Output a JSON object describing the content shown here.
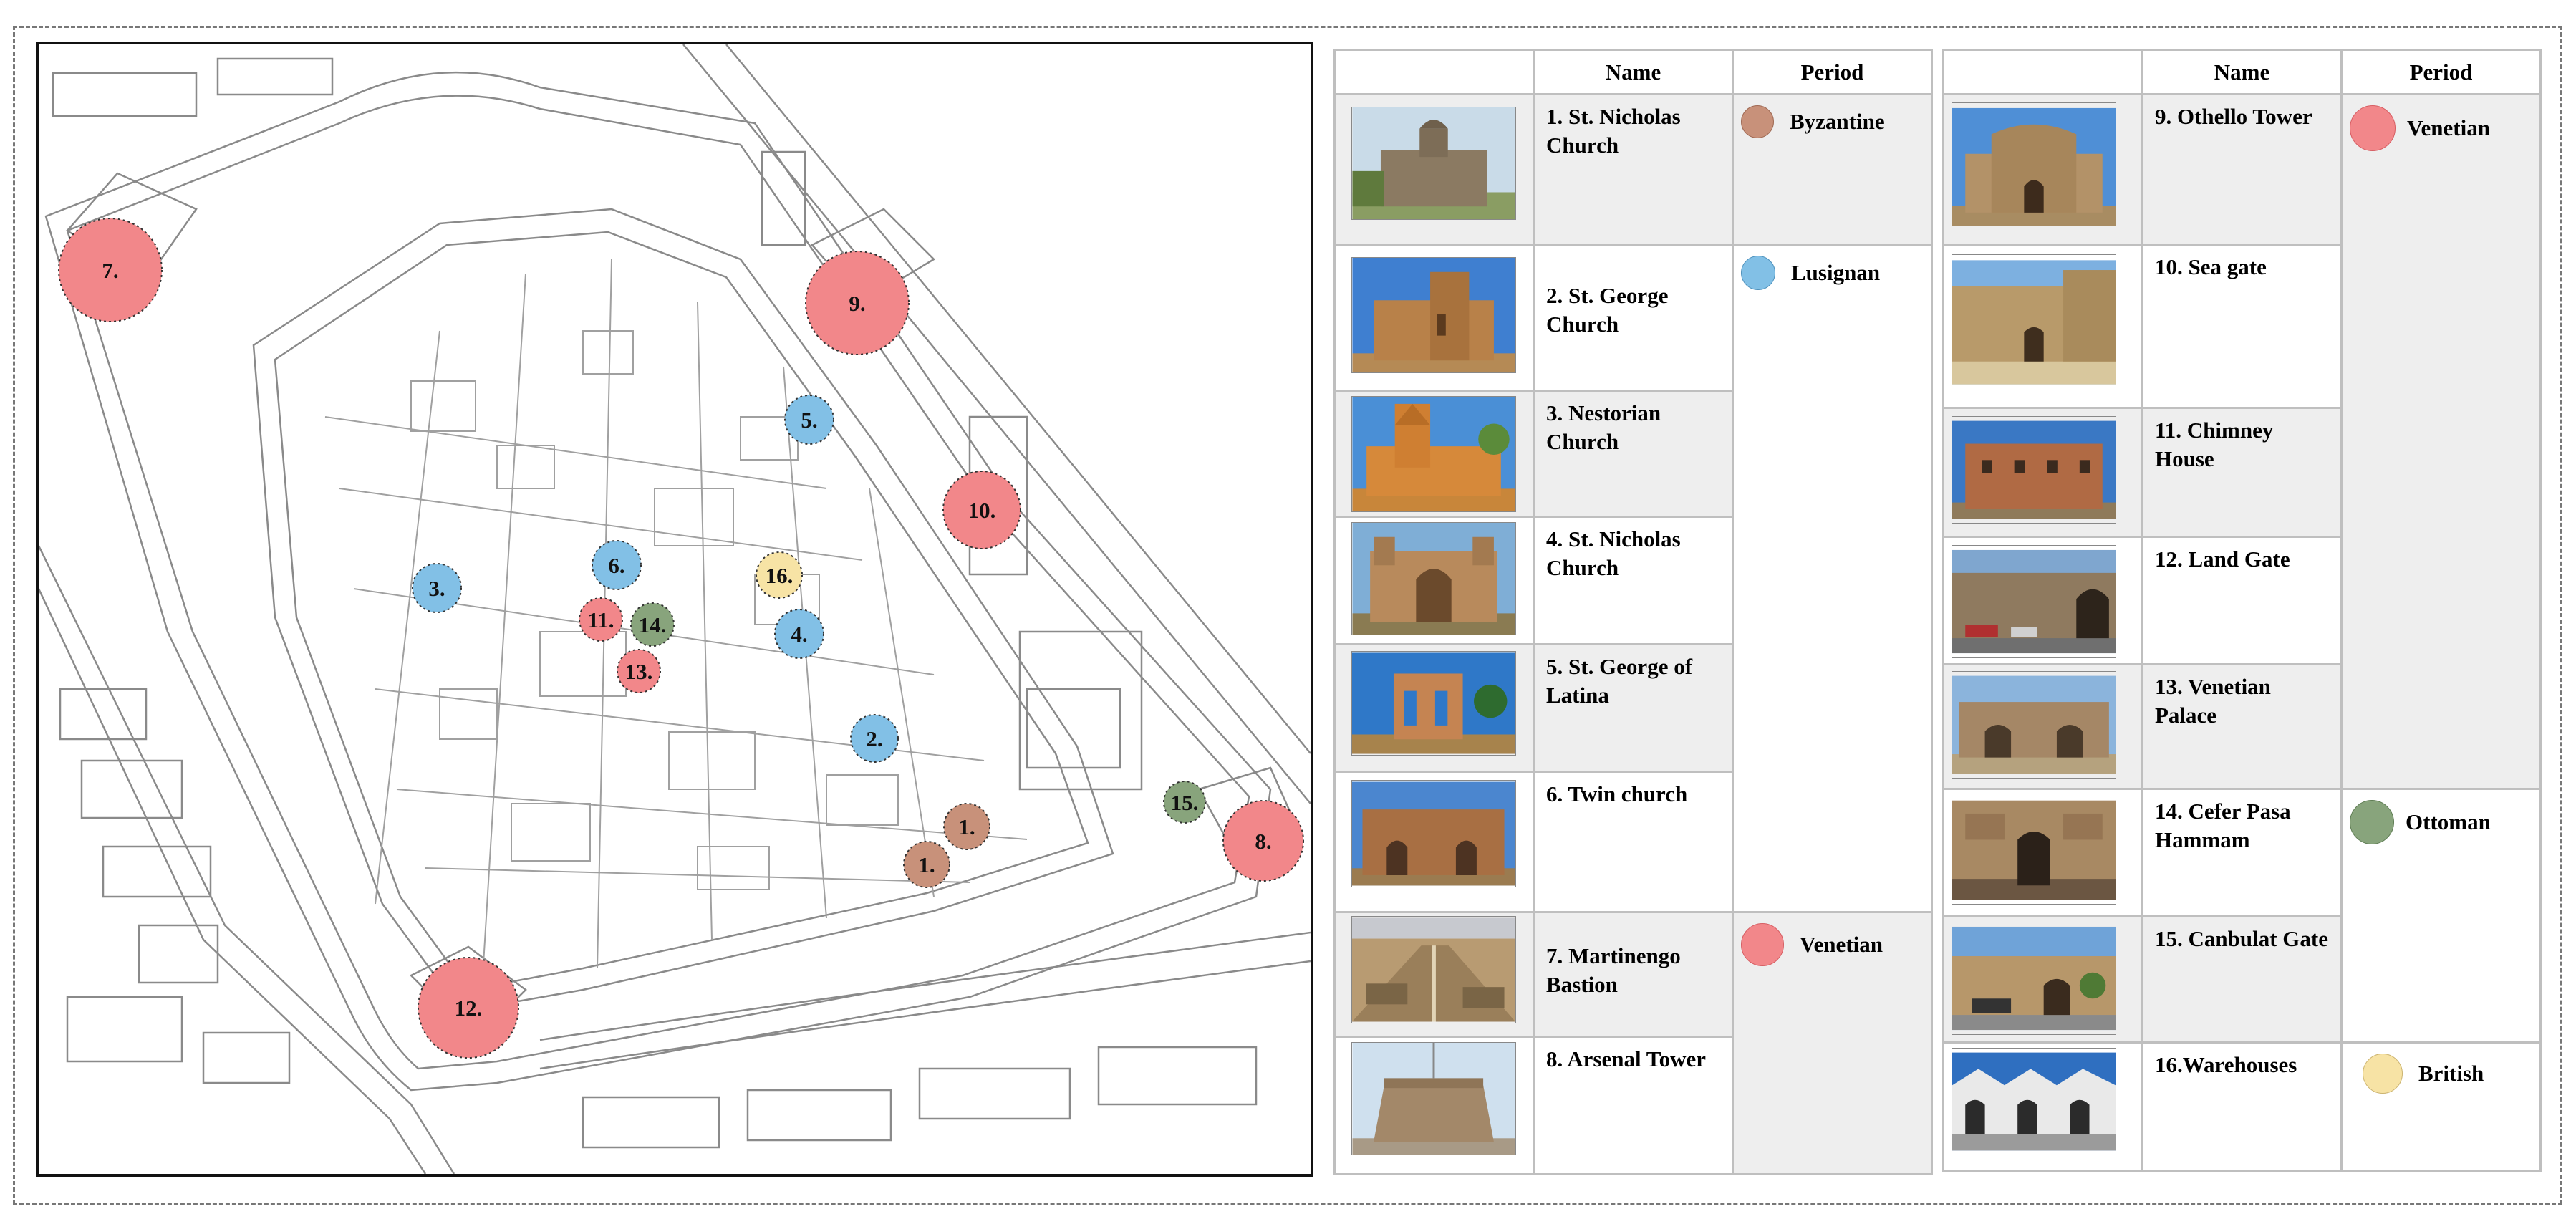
{
  "colors": {
    "byzantine": "#c8917a",
    "lusignan": "#82c0e6",
    "venetian": "#f2878a",
    "ottoman": "#88a47c",
    "british": "#f7e3a5"
  },
  "table_headers": {
    "name": "Name",
    "period": "Period"
  },
  "sites": [
    {
      "no": "1",
      "name": "1.  St. Nicholas Church",
      "period": "Byzantine"
    },
    {
      "no": "2",
      "name": "2. St. George Church",
      "period": "Lusignan"
    },
    {
      "no": "3",
      "name": "3. Nestorian Church",
      "period": "Lusignan"
    },
    {
      "no": "4",
      "name": "4. St. Nicholas Church",
      "period": "Lusignan"
    },
    {
      "no": "5",
      "name": "5. St. George of Latina",
      "period": "Lusignan"
    },
    {
      "no": "6",
      "name": "6. Twin church",
      "period": "Lusignan"
    },
    {
      "no": "7",
      "name": "7. Martinengo Bastion",
      "period": "Venetian"
    },
    {
      "no": "8",
      "name": "8. Arsenal Tower",
      "period": "Venetian"
    },
    {
      "no": "9",
      "name": "9. Othello Tower",
      "period": "Venetian"
    },
    {
      "no": "10",
      "name": "10. Sea gate",
      "period": "Venetian"
    },
    {
      "no": "11",
      "name": "11. Chimney House",
      "period": "Venetian"
    },
    {
      "no": "12",
      "name": "12. Land Gate",
      "period": "Venetian"
    },
    {
      "no": "13",
      "name": "13. Venetian Palace",
      "period": "Venetian"
    },
    {
      "no": "14",
      "name": "14. Cefer Pasa Hammam",
      "period": "Ottoman"
    },
    {
      "no": "15",
      "name": "15. Canbulat Gate",
      "period": "Ottoman"
    },
    {
      "no": "16",
      "name": "16.Warehouses",
      "period": "British"
    }
  ],
  "markers": [
    {
      "label": "1.",
      "period": "Byzantine"
    },
    {
      "label": "1.",
      "period": "Byzantine"
    },
    {
      "label": "2.",
      "period": "Lusignan"
    },
    {
      "label": "3.",
      "period": "Lusignan"
    },
    {
      "label": "4.",
      "period": "Lusignan"
    },
    {
      "label": "5.",
      "period": "Lusignan"
    },
    {
      "label": "6.",
      "period": "Lusignan"
    },
    {
      "label": "7.",
      "period": "Venetian"
    },
    {
      "label": "8.",
      "period": "Venetian"
    },
    {
      "label": "9.",
      "period": "Venetian"
    },
    {
      "label": "10.",
      "period": "Venetian"
    },
    {
      "label": "11.",
      "period": "Venetian"
    },
    {
      "label": "12.",
      "period": "Venetian"
    },
    {
      "label": "13.",
      "period": "Venetian"
    },
    {
      "label": "14.",
      "period": "Ottoman"
    },
    {
      "label": "15.",
      "period": "Ottoman"
    },
    {
      "label": "16.",
      "period": "British"
    }
  ]
}
